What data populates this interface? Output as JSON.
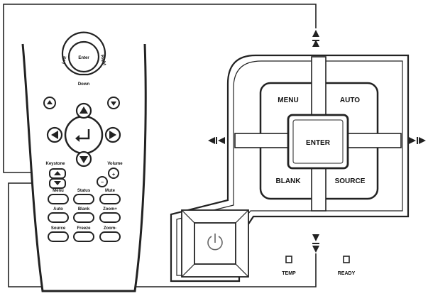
{
  "remote": {
    "enter_label": "Enter",
    "left_label": "Left",
    "right_label": "Right",
    "down_label": "Down",
    "keystone_label": "Keystone",
    "volume_label": "Volume",
    "volume_plus": "+",
    "volume_minus": "−",
    "keys": [
      [
        "Menu",
        "Status",
        "Mute"
      ],
      [
        "Auto",
        "Blank",
        "Zoom+"
      ],
      [
        "Source",
        "Freeze",
        "Zoom-"
      ]
    ]
  },
  "panel": {
    "menu_label": "MENU",
    "auto_label": "AUTO",
    "enter_label": "ENTER",
    "blank_label": "BLANK",
    "source_label": "SOURCE",
    "temp_label": "TEMP",
    "ready_label": "READY"
  }
}
